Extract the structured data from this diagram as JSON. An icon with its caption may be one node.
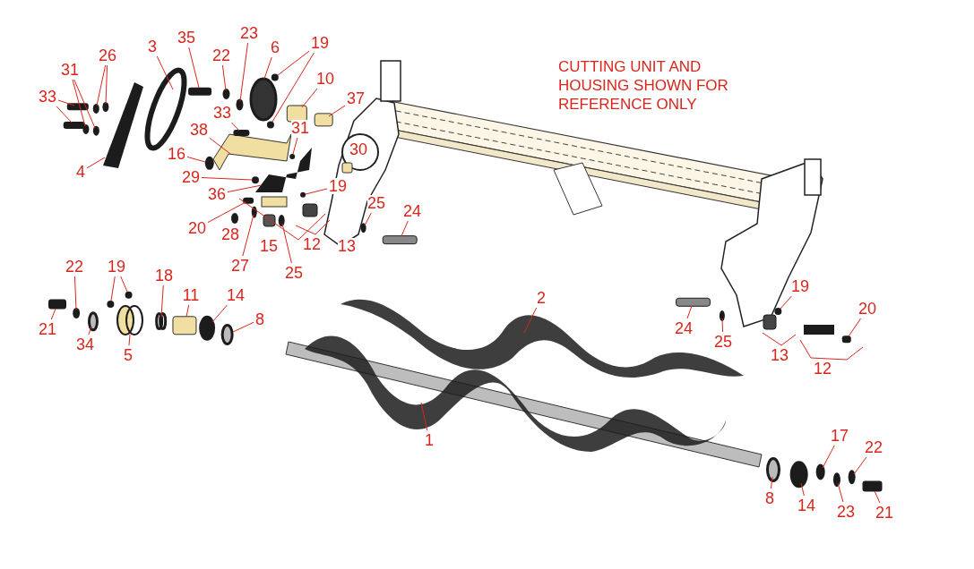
{
  "diagram": {
    "nodes": [
      {
        "text": [
          "33"
        ]
      },
      {
        "text": [
          "31"
        ]
      },
      {
        "text": [
          "26"
        ]
      },
      {
        "text": [
          "3"
        ]
      },
      {
        "text": [
          "35"
        ]
      },
      {
        "text": [
          "22"
        ]
      },
      {
        "text": [
          "23"
        ]
      },
      {
        "text": [
          "6"
        ]
      },
      {
        "text": [
          "19"
        ]
      },
      {
        "text": [
          "10"
        ]
      },
      {
        "text": [
          "37"
        ]
      },
      {
        "text": [
          "4"
        ]
      },
      {
        "text": [
          "38"
        ]
      },
      {
        "text": [
          "33"
        ]
      },
      {
        "text": [
          "31"
        ]
      },
      {
        "text": [
          "16"
        ]
      },
      {
        "text": [
          "29"
        ]
      },
      {
        "text": [
          "36"
        ]
      },
      {
        "text": [
          "19"
        ]
      },
      {
        "text": [
          "20"
        ]
      },
      {
        "text": [
          "28"
        ]
      },
      {
        "text": [
          "15"
        ]
      },
      {
        "text": [
          "12"
        ]
      },
      {
        "text": [
          "13"
        ]
      },
      {
        "text": [
          "27"
        ]
      },
      {
        "text": [
          "25"
        ]
      },
      {
        "text": [
          "25"
        ]
      },
      {
        "text": [
          "24"
        ]
      },
      {
        "text": [
          "22"
        ]
      },
      {
        "text": [
          "19"
        ]
      },
      {
        "text": [
          "18"
        ]
      },
      {
        "text": [
          "11"
        ]
      },
      {
        "text": [
          "14"
        ]
      },
      {
        "text": [
          "8"
        ]
      },
      {
        "text": [
          "21"
        ]
      },
      {
        "text": [
          "34"
        ]
      },
      {
        "text": [
          "5"
        ]
      },
      {
        "text": [
          "2"
        ]
      },
      {
        "text": [
          "1"
        ]
      },
      {
        "text": [
          "19"
        ]
      },
      {
        "text": [
          "20"
        ]
      },
      {
        "text": [
          "24"
        ]
      },
      {
        "text": [
          "25"
        ]
      },
      {
        "text": [
          "13"
        ]
      },
      {
        "text": [
          "12"
        ]
      },
      {
        "text": [
          "17"
        ]
      },
      {
        "text": [
          "22"
        ]
      },
      {
        "text": [
          "8"
        ]
      },
      {
        "text": [
          "14"
        ]
      },
      {
        "text": [
          "23"
        ]
      },
      {
        "text": [
          "21"
        ]
      },
      {
        "text": [],
        "shape": "box"
      },
      {
        "text": [],
        "shape": "box"
      },
      {
        "text": [],
        "shape": "circle"
      },
      {
        "text": [],
        "shape": "circle"
      },
      {
        "text": [],
        "shape": "circle"
      },
      {
        "text": [],
        "shape": "circle"
      },
      {
        "text": [],
        "shape": "ring"
      },
      {
        "text": [],
        "shape": "box"
      },
      {
        "text": [],
        "shape": "circle"
      },
      {
        "text": [],
        "shape": "circle"
      },
      {
        "text": [],
        "shape": "circle"
      },
      {
        "text": [],
        "shape": "circle"
      },
      {
        "text": [],
        "shape": "circle"
      },
      {
        "text": [],
        "shape": "box"
      },
      {
        "text": [],
        "shape": "box"
      },
      {
        "text": [],
        "shape": "picture"
      },
      {
        "text": [],
        "shape": "picture"
      },
      {
        "text": [],
        "shape": "box"
      },
      {
        "text": [],
        "shape": "circle"
      },
      {
        "text": [],
        "shape": "circle"
      },
      {
        "text": [],
        "shape": "circle"
      },
      {
        "text": [],
        "shape": "picture"
      },
      {
        "text": [],
        "shape": "circle"
      },
      {
        "text": [],
        "shape": "box"
      },
      {
        "text": [],
        "shape": "circle"
      },
      {
        "text": [],
        "shape": "circle"
      },
      {
        "text": [],
        "shape": "circle"
      },
      {
        "text": [],
        "shape": "box"
      },
      {
        "text": [],
        "shape": "circle"
      },
      {
        "text": [],
        "shape": "circle"
      },
      {
        "text": [],
        "shape": "circle"
      },
      {
        "text": [],
        "shape": "ring"
      },
      {
        "text": [],
        "shape": "box"
      },
      {
        "text": [],
        "shape": "circle"
      },
      {
        "text": [],
        "shape": "circle"
      },
      {
        "text": [],
        "shape": "box"
      },
      {
        "text": [],
        "shape": "circle"
      },
      {
        "text": [],
        "shape": "ring"
      },
      {
        "text": [],
        "shape": "picture"
      },
      {
        "text": [],
        "shape": "picture"
      },
      {
        "text": [],
        "shape": "circle"
      },
      {
        "text": [],
        "shape": "box"
      },
      {
        "text": [],
        "shape": "box"
      },
      {
        "text": [],
        "shape": "circle"
      },
      {
        "text": [],
        "shape": "circle"
      },
      {
        "text": [],
        "shape": "circle"
      },
      {
        "text": [],
        "shape": "circle"
      },
      {
        "text": [],
        "shape": "circle"
      },
      {
        "text": [],
        "shape": "circle"
      },
      {
        "text": [],
        "shape": "box"
      }
    ],
    "edges": [
      {
        "from": 0,
        "to": 51,
        "arrow": "none"
      },
      {
        "from": 0,
        "to": 52,
        "arrow": "none"
      },
      {
        "from": 1,
        "to": 53,
        "arrow": "none"
      },
      {
        "from": 1,
        "to": 54,
        "arrow": "none"
      },
      {
        "from": 2,
        "to": 55,
        "arrow": "none"
      },
      {
        "from": 2,
        "to": 56,
        "arrow": "none"
      },
      {
        "from": 3,
        "to": 57,
        "arrow": "none"
      },
      {
        "from": 4,
        "to": 58,
        "arrow": "none"
      },
      {
        "from": 5,
        "to": 59,
        "arrow": "none"
      },
      {
        "from": 6,
        "to": 60,
        "arrow": "none"
      },
      {
        "from": 7,
        "to": 61,
        "arrow": "none"
      },
      {
        "from": 8,
        "to": 62,
        "arrow": "none"
      },
      {
        "from": 8,
        "to": 63,
        "arrow": "none"
      },
      {
        "from": 9,
        "to": 64,
        "arrow": "none"
      },
      {
        "from": 10,
        "to": 65,
        "arrow": "none"
      },
      {
        "from": 11,
        "to": 66,
        "arrow": "none"
      },
      {
        "from": 12,
        "to": 67,
        "arrow": "none"
      },
      {
        "from": 13,
        "to": 68,
        "arrow": "none"
      },
      {
        "from": 14,
        "to": 69,
        "arrow": "none"
      },
      {
        "from": 15,
        "to": 70,
        "arrow": "none"
      },
      {
        "from": 16,
        "to": 71,
        "arrow": "none"
      },
      {
        "from": 17,
        "to": 72,
        "arrow": "none"
      },
      {
        "from": 18,
        "to": 73,
        "arrow": "none"
      },
      {
        "from": 19,
        "to": 74,
        "arrow": "none"
      },
      {
        "from": 24,
        "to": 75,
        "arrow": "none"
      },
      {
        "from": 25,
        "to": 76,
        "arrow": "none"
      },
      {
        "from": 26,
        "to": 77,
        "arrow": "none"
      },
      {
        "from": 27,
        "to": 78,
        "arrow": "none"
      },
      {
        "from": 28,
        "to": 79,
        "arrow": "none"
      },
      {
        "from": 29,
        "to": 80,
        "arrow": "none"
      },
      {
        "from": 29,
        "to": 81,
        "arrow": "none"
      },
      {
        "from": 30,
        "to": 82,
        "arrow": "none"
      },
      {
        "from": 31,
        "to": 83,
        "arrow": "none"
      },
      {
        "from": 32,
        "to": 84,
        "arrow": "none"
      },
      {
        "from": 33,
        "to": 85,
        "arrow": "none"
      },
      {
        "from": 34,
        "to": 86,
        "arrow": "none"
      },
      {
        "from": 35,
        "to": 87,
        "arrow": "none"
      },
      {
        "from": 36,
        "to": 88,
        "arrow": "none"
      },
      {
        "from": 37,
        "to": 89,
        "arrow": "none"
      },
      {
        "from": 38,
        "to": 90,
        "arrow": "none"
      },
      {
        "from": 39,
        "to": 91,
        "arrow": "none"
      },
      {
        "from": 40,
        "to": 92,
        "arrow": "none"
      },
      {
        "from": 41,
        "to": 93,
        "arrow": "none"
      },
      {
        "from": 42,
        "to": 94,
        "arrow": "none"
      },
      {
        "from": 45,
        "to": 95,
        "arrow": "none"
      },
      {
        "from": 46,
        "to": 96,
        "arrow": "none"
      },
      {
        "from": 47,
        "to": 97,
        "arrow": "none"
      },
      {
        "from": 48,
        "to": 98,
        "arrow": "none"
      },
      {
        "from": 49,
        "to": 99,
        "arrow": "none"
      },
      {
        "from": 50,
        "to": 100,
        "arrow": "none"
      }
    ],
    "labels": [
      "CUTTING UNIT AND HOUSING SHOWN FOR REFERENCE ONLY",
      "30"
    ]
  }
}
